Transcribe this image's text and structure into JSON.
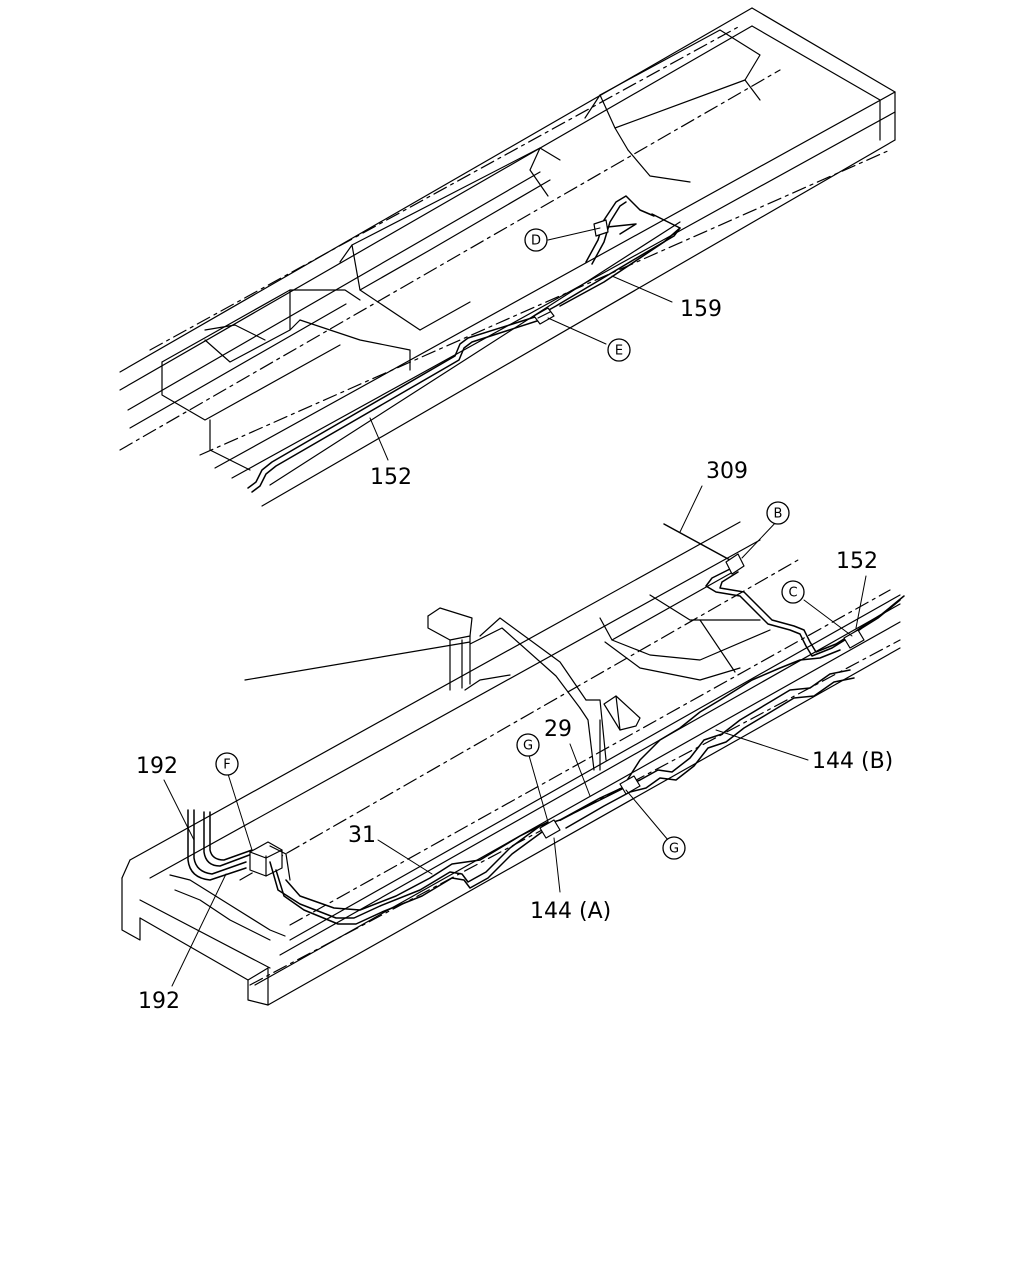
{
  "part_numbers": {
    "top_159": "159",
    "top_152": "152",
    "bottom_309": "309",
    "bottom_152": "152",
    "bottom_192_upper": "192",
    "bottom_192_lower": "192",
    "bottom_29": "29",
    "bottom_31": "31",
    "bottom_144a": "144 (A)",
    "bottom_144b": "144 (B)"
  },
  "connector_markers": {
    "D": "D",
    "E": "E",
    "B": "B",
    "C": "C",
    "F": "F",
    "G_left": "G",
    "G_right": "G"
  }
}
